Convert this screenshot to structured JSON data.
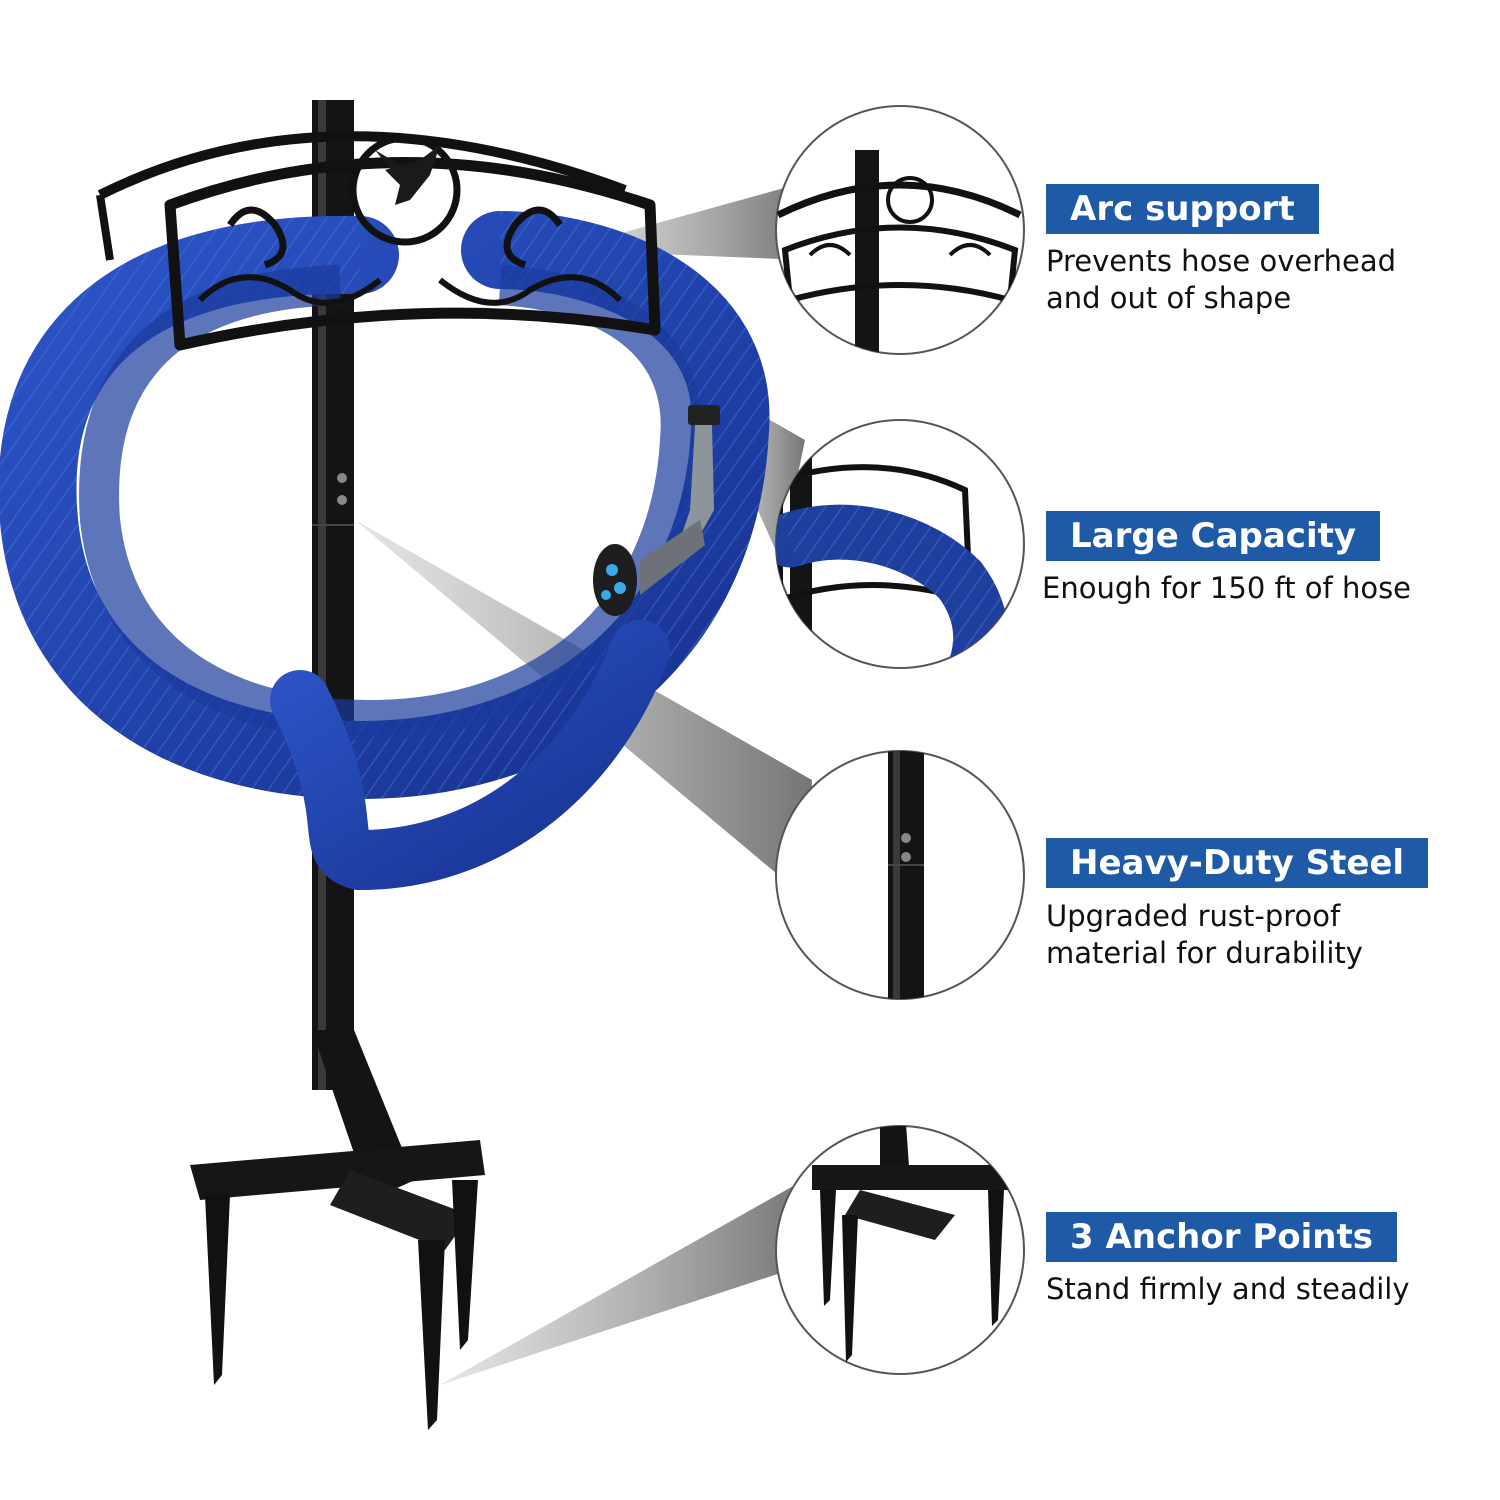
{
  "features": [
    {
      "title": "Arc support",
      "description": "Prevents hose overhead\nand out of shape",
      "detail": "arc-bracket-closeup"
    },
    {
      "title": "Large Capacity",
      "description": "Enough for 150 ft of hose",
      "detail": "hose-on-bracket-closeup"
    },
    {
      "title": "Heavy-Duty Steel",
      "description": "Upgraded rust-proof\nmaterial for durability",
      "detail": "steel-post-closeup"
    },
    {
      "title": "3 Anchor Points",
      "description": "Stand firmly and steadily",
      "detail": "stake-base-closeup"
    }
  ],
  "colors": {
    "badge": "#1f5aa6",
    "hose": "#1d3fa8",
    "steel": "#111111",
    "pointer": "#8a8a8a",
    "circle_border": "#555555"
  },
  "icons": [
    "bird-ornament-icon",
    "spray-nozzle-icon"
  ]
}
